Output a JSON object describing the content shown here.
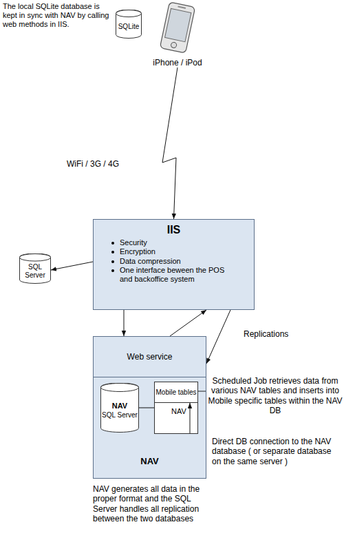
{
  "diagram": {
    "nodes": [
      {
        "text": [
          "SQLite"
        ]
      },
      {
        "text": [
          "iPhone / iPod"
        ]
      },
      {
        "text": [
          "IIS",
          "Security",
          "Encryption",
          "Data compression",
          "One interface beween the POS and backoffice system"
        ]
      },
      {
        "text": [
          "SQL Server"
        ]
      },
      {
        "text": [
          "Web service"
        ]
      },
      {
        "text": [
          "NAV"
        ]
      },
      {
        "text": [
          "NAV",
          "SQL Server"
        ],
        "in": 5
      },
      {
        "text": [
          "NAV"
        ],
        "in": 5
      },
      {
        "text": [
          "Mobile tables"
        ],
        "in": 7
      }
    ],
    "edges": [
      {
        "from": 1,
        "to": 2,
        "arrow": "to",
        "label": "WiFi / 3G / 4G"
      },
      {
        "from": 2,
        "to": 3,
        "arrow": "to"
      },
      {
        "from": 2,
        "to": 4,
        "arrow": "to"
      },
      {
        "from": 4,
        "to": 2,
        "arrow": "to",
        "label": "Replications"
      },
      {
        "from": 2,
        "to": 4,
        "arrow": "to"
      },
      {
        "from": 6,
        "to": 7,
        "arrow": "none"
      },
      {
        "from": 7,
        "to": 8,
        "arrow": "to"
      }
    ],
    "labels": [
      "The local SQLite database is kept in sync with NAV by calling web methods in IIS.",
      "Scheduled Job retrieves data from various NAV tables and inserts into Mobile specific tables within the NAV DB",
      "Direct DB connection to the NAV database ( or separate database on the same server )",
      "NAV generates all data in the proper format and the SQL Server handles all replication between the two databases"
    ]
  }
}
